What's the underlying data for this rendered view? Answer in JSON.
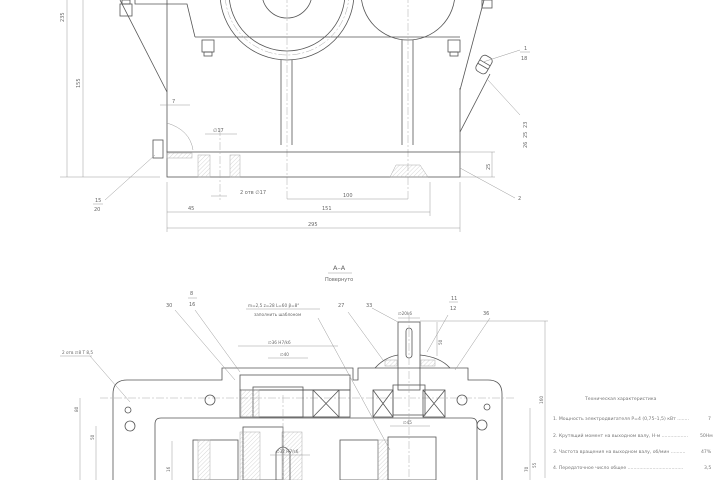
{
  "drawing": {
    "front_view": {
      "dimensions": {
        "height_total": "235",
        "height_axis": "155",
        "flange_gap": "7",
        "hole_diameter": "∅17",
        "base_thickness": "25",
        "holes_note": "2 отв ∅17",
        "axis_distance": "100",
        "left_offset": "45",
        "hole_span": "151",
        "overall_length": "295"
      },
      "callouts": {
        "c1": "1",
        "c18": "18",
        "c23": "23",
        "c25": "25",
        "c26": "26",
        "c2": "2",
        "c15": "15",
        "c20": "20"
      }
    },
    "section": {
      "title": "А–А",
      "subtitle": "Повернуто",
      "callouts": {
        "c30": "30",
        "c8": "8",
        "c16": "16",
        "c27": "27",
        "c33": "33",
        "c11": "11",
        "c12": "12",
        "c36": "36"
      },
      "notes": {
        "gear_params": "m=2,5  z=28  L=60  β=8°",
        "gear_note": "заполнить шаблоном",
        "holes_note": "2 отв ∅8 Т 8,5",
        "dim_span": "∅36 H7/k6",
        "dim_inner": "∅40",
        "dim_shaft": "∅20k6",
        "dim_key": "50",
        "dim_height": "160",
        "dim_bore": "∅45",
        "dim_rib": "∅32 H7/s6",
        "dim_left1": "80",
        "dim_left2": "50",
        "dim_left3": "16",
        "dim_right": "70",
        "dim_vert": "55"
      }
    },
    "tech_spec": {
      "title": "Техническая характеристика",
      "items": [
        {
          "text": "1. Мощность электродвигателя Р=4 (0,75–1,5) кВт ........",
          "value": "7"
        },
        {
          "text": "2. Крутящий момент на выходном валу, Н·м ..................",
          "value": "50Нм"
        },
        {
          "text": "3. Частота вращения на выходном валу, об/мин ..........",
          "value": "47%"
        },
        {
          "text": "4. Передаточное число общее ......................................",
          "value": "3,5"
        }
      ]
    }
  }
}
